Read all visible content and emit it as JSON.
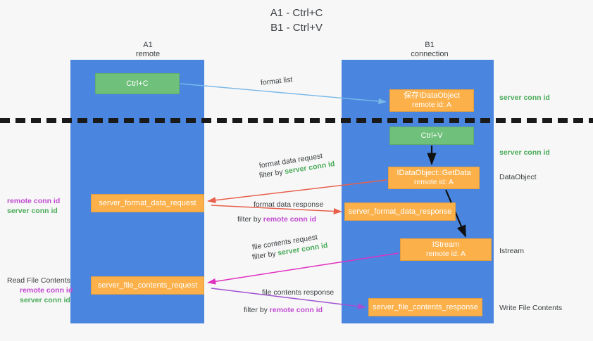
{
  "title": {
    "line1": "A1 - Ctrl+C",
    "line2": "B1 - Ctrl+V"
  },
  "columns": [
    {
      "name": "A1",
      "sub": "remote"
    },
    {
      "name": "B1",
      "sub": "connection"
    }
  ],
  "nodes": {
    "ctrl_c": {
      "label": "Ctrl+C",
      "color": "#6fc07a"
    },
    "save_idataobject": {
      "line1": "保存IDataObject",
      "line2": "remote id: A",
      "color": "#fbb04a"
    },
    "ctrl_v": {
      "label": "Ctrl+V",
      "color": "#6fc07a"
    },
    "getdata": {
      "line1": "IDataObject::GetData",
      "line2": "remote id: A",
      "color": "#fbb04a"
    },
    "server_format_data_request": {
      "label": "server_format_data_request",
      "color": "#fbb04a"
    },
    "server_format_data_response": {
      "label": "server_format_data_response",
      "color": "#fbb04a"
    },
    "istream": {
      "line1": "IStream",
      "line2": "remote id: A",
      "color": "#fbb04a"
    },
    "server_file_contents_request": {
      "label": "server_file_contents_request",
      "color": "#fbb04a"
    },
    "server_file_contents_response": {
      "label": "server_file_contents_response",
      "color": "#fbb04a"
    }
  },
  "edge_labels": {
    "format_list": "format list",
    "format_data_request": "format data request",
    "format_data_request_filter_prefix": "filter by ",
    "format_data_request_filter_key": "server conn id",
    "format_data_response": "format data response",
    "format_data_response_filter_prefix": "filter by ",
    "format_data_response_filter_key": "remote conn id",
    "file_contents_request": "file contents request",
    "file_contents_request_filter_prefix": "filter by ",
    "file_contents_request_filter_key": "server conn id",
    "file_contents_response": "file contents response",
    "file_contents_response_filter_prefix": "filter by ",
    "file_contents_response_filter_key": "remote conn id"
  },
  "side_notes": {
    "left_mid_remote": "remote conn id",
    "left_mid_server": "server conn id",
    "read_file_contents": "Read File Contents",
    "left_low_remote": "remote conn id",
    "left_low_server": "server conn id",
    "right_server_conn_1": "server conn id",
    "right_server_conn_2": "server conn id",
    "right_dataobject": "DataObject",
    "right_istream": "Istream",
    "right_write_file_contents": "Write File Contents"
  },
  "colors": {
    "lane": "#4a86e0",
    "green_node": "#6fc07a",
    "orange_node": "#fbb04a",
    "green_text": "#4aab5a",
    "purple_text": "#c04ad0",
    "arrow_blue": "#7ab8e8",
    "arrow_red": "#e8604c",
    "arrow_magenta": "#e030c0",
    "arrow_purple": "#a050d0",
    "arrow_black": "#111111",
    "divider": "#1a1a1a",
    "background": "#f7f7f7"
  }
}
